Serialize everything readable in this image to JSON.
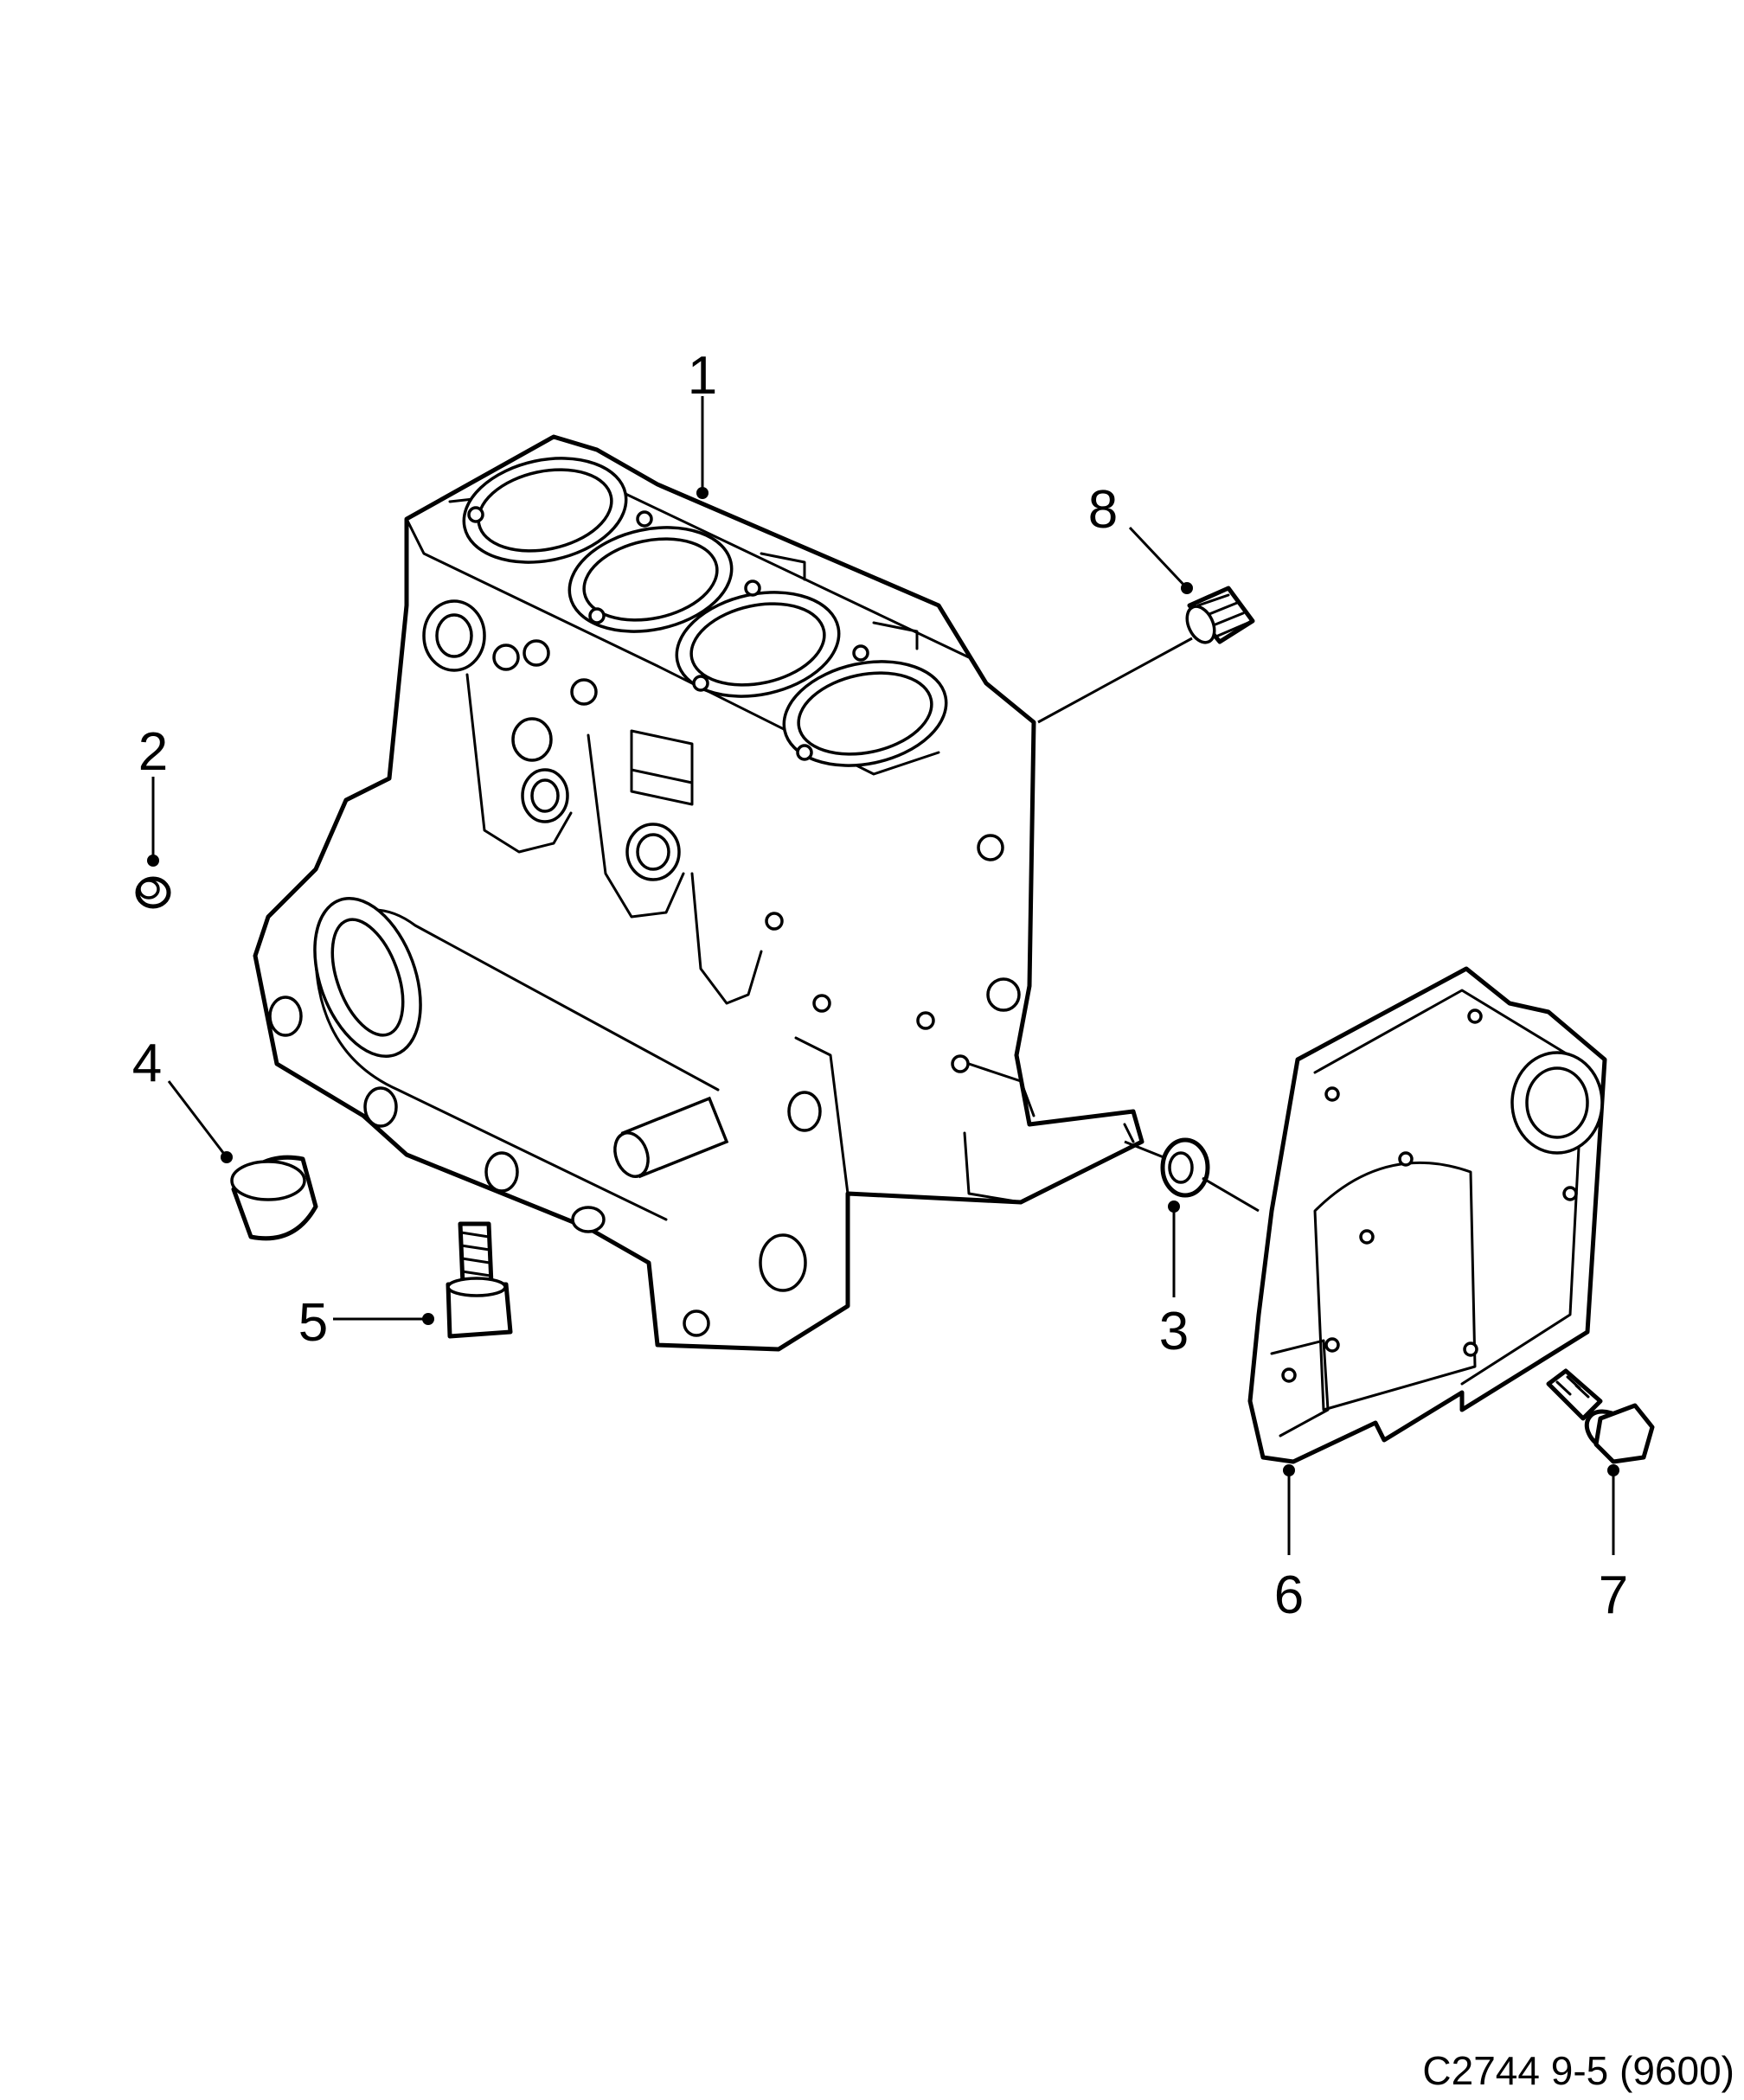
{
  "callouts": [
    "1",
    "2",
    "3",
    "4",
    "5",
    "6",
    "7",
    "8"
  ],
  "reference": "C2744 9-5 (9600)"
}
